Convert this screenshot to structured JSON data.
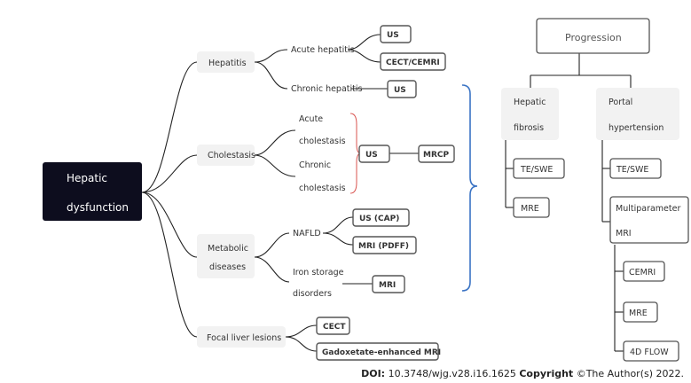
{
  "root": {
    "line1": "Hepatic",
    "line2": "dysfunction"
  },
  "hepatitis": {
    "label": "Hepatitis",
    "acute": "Acute hepatitis",
    "chronic": "Chronic hepatitis",
    "acute_methods": [
      "US",
      "CECT/CEMRI"
    ],
    "chronic_method": "US"
  },
  "cholestasis": {
    "label": "Cholestasis",
    "acute_line1": "Acute",
    "acute_line2": "cholestasis",
    "chronic_line1": "Chronic",
    "chronic_line2": "cholestasis",
    "method1": "US",
    "method2": "MRCP"
  },
  "metabolic": {
    "label_line1": "Metabolic",
    "label_line2": "diseases",
    "nafld": "NAFLD",
    "nafld_methods": [
      "US (CAP)",
      "MRI (PDFF)"
    ],
    "iron_line1": "Iron storage",
    "iron_line2": "disorders",
    "iron_method": "MRI"
  },
  "focal": {
    "label": "Focal liver lesions",
    "methods": [
      "CECT",
      "Gadoxetate-enhanced MRI"
    ]
  },
  "progression": {
    "title": "Progression",
    "fibrosis": {
      "line1": "Hepatic",
      "line2": "fibrosis",
      "methods": [
        "TE/SWE",
        "MRE"
      ]
    },
    "portal": {
      "line1": "Portal",
      "line2": "hypertension",
      "method1": "TE/SWE",
      "method2_line1": "Multiparameter",
      "method2_line2": "MRI",
      "sub_methods": [
        "CEMRI",
        "MRE",
        "4D FLOW"
      ]
    }
  },
  "footer": {
    "doi_label": "DOI:",
    "doi": "10.3748/wjg.v28.i16.1625",
    "copyright_label": "Copyright",
    "copyright": "©The Author(s) 2022."
  },
  "colors": {
    "root_bg": "#0d0d1e",
    "category_bg": "#f2f2f2",
    "box_border": "#555555",
    "bracket_blue": "#3a73c4",
    "bracket_red": "#d9534f"
  }
}
